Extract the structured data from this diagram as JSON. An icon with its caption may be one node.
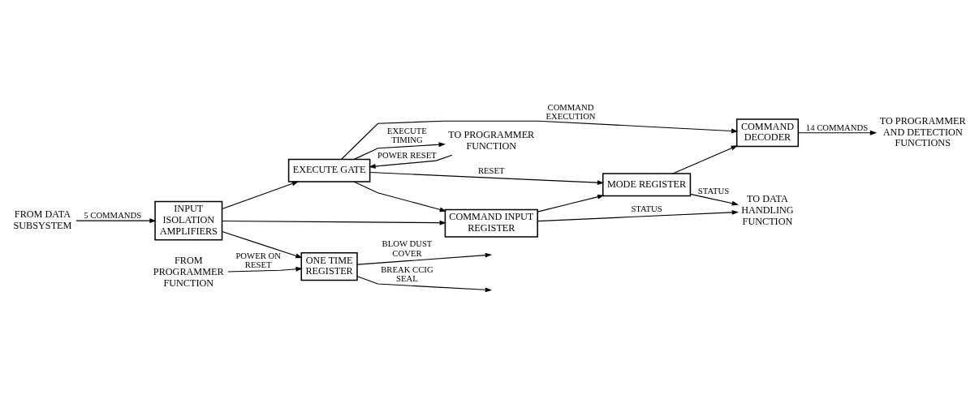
{
  "diagram": {
    "nodes": [
      {
        "text": [
          "FROM DATA SUBSYSTEM"
        ]
      },
      {
        "text": [
          "INPUT ISOLATION AMPLIFIERS"
        ]
      },
      {
        "text": [
          "ONE TIME REGISTER"
        ]
      },
      {
        "text": [
          "COMMAND INPUT REGISTER"
        ]
      },
      {
        "text": [
          "MODE REGISTER"
        ]
      },
      {
        "text": [
          "COMMAND DECODER"
        ]
      },
      {
        "text": [
          "EXECUTE GATE"
        ]
      },
      {
        "text": [
          "FROM PROGRAMMER FUNCTION"
        ]
      },
      {
        "text": [
          "TO DATA HANDLING FUNCTION"
        ]
      },
      {
        "text": [
          "TO PROGRAMMER AND DETECTION FUNCTIONS"
        ]
      },
      {
        "text": [
          "TO PROGRAMMER FUNCTION"
        ]
      }
    ],
    "edges": [
      {
        "from": 0,
        "to": 1,
        "arrow": "to",
        "label": "5 COMMANDS"
      },
      {
        "from": 1,
        "to": 2,
        "arrow": "to"
      },
      {
        "from": 1,
        "to": 3,
        "arrow": "to"
      },
      {
        "from": 1,
        "to": 6,
        "arrow": "to"
      },
      {
        "from": 2,
        "to": null,
        "arrow": "to",
        "label": "BREAK CCIG SEAL"
      },
      {
        "from": 2,
        "to": null,
        "arrow": "to",
        "label": "BLOW DUST COVER"
      },
      {
        "from": 7,
        "to": 2,
        "arrow": "to",
        "label": "POWER ON RESET"
      },
      {
        "from": 3,
        "to": 8,
        "arrow": "to",
        "label": "STATUS"
      },
      {
        "from": 3,
        "to": 4,
        "arrow": "to"
      },
      {
        "from": 4,
        "to": 8,
        "arrow": "to",
        "label": "STATUS"
      },
      {
        "from": 4,
        "to": 5,
        "arrow": "to"
      },
      {
        "from": 5,
        "to": 9,
        "arrow": "to",
        "label": "14 COMMANDS"
      },
      {
        "from": 6,
        "to": 3,
        "arrow": "to"
      },
      {
        "from": 6,
        "to": 4,
        "arrow": "to",
        "label": "RESET"
      },
      {
        "from": 6,
        "to": 5,
        "arrow": "to",
        "label": "COMMAND EXECUTION"
      },
      {
        "from": 6,
        "to": 10,
        "arrow": "to",
        "label": "EXECUTE TIMING"
      },
      {
        "from": 10,
        "to": 6,
        "arrow": "to",
        "label": "POWER RESET"
      }
    ]
  }
}
